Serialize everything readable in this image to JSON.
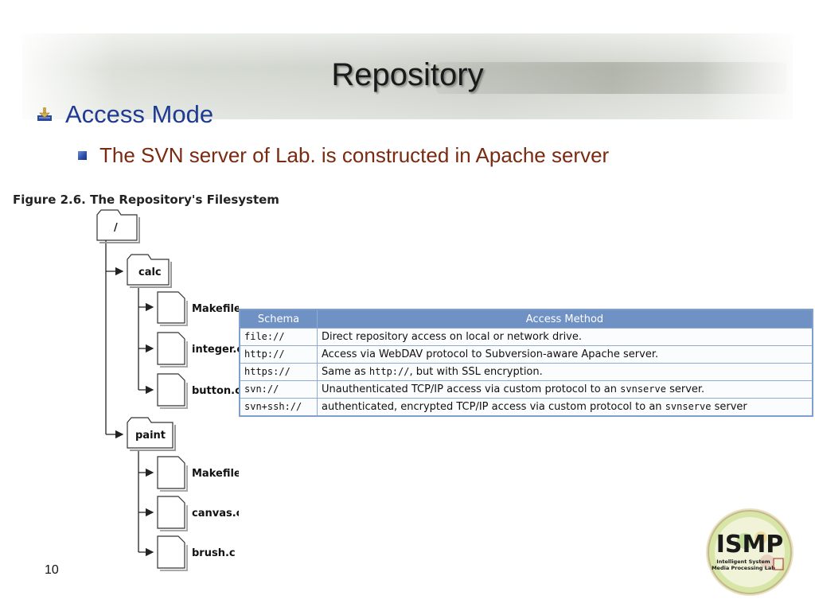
{
  "slide": {
    "title": "Repository",
    "bullet1": "Access Mode",
    "bullet2": "The SVN server of Lab. is constructed in Apache server",
    "page_number": "10"
  },
  "figure": {
    "caption": "Figure 2.6. The Repository's Filesystem",
    "root": "/",
    "folders": [
      {
        "name": "calc",
        "files": [
          "Makefile",
          "integer.c",
          "button.c"
        ]
      },
      {
        "name": "paint",
        "files": [
          "Makefile",
          "canvas.c",
          "brush.c"
        ]
      }
    ]
  },
  "table": {
    "headers": [
      "Schema",
      "Access Method"
    ],
    "rows": [
      {
        "schema": "file://",
        "pre": "Direct repository access on local or network drive.",
        "code": "",
        "post": ""
      },
      {
        "schema": "http://",
        "pre": "Access via WebDAV protocol to Subversion-aware Apache server.",
        "code": "",
        "post": ""
      },
      {
        "schema": "https://",
        "pre": "Same as ",
        "code": "http://",
        "post": ", but with SSL encryption."
      },
      {
        "schema": "svn://",
        "pre": "Unauthenticated TCP/IP access via custom protocol to an ",
        "code": "svnserve",
        "post": " server."
      },
      {
        "schema": "svn+ssh://",
        "pre": "authenticated, encrypted TCP/IP access via custom protocol to an ",
        "code": "svnserve",
        "post": " server"
      }
    ]
  },
  "logo": {
    "text": "ISMP",
    "subtitle_line1": "Intelligent System",
    "subtitle_line2": "Media Processing Lab"
  },
  "colors": {
    "title": "#1a1a1a",
    "bullet1": "#1f3a93",
    "bullet2": "#7a2a10",
    "table_header": "#6f91c4"
  }
}
